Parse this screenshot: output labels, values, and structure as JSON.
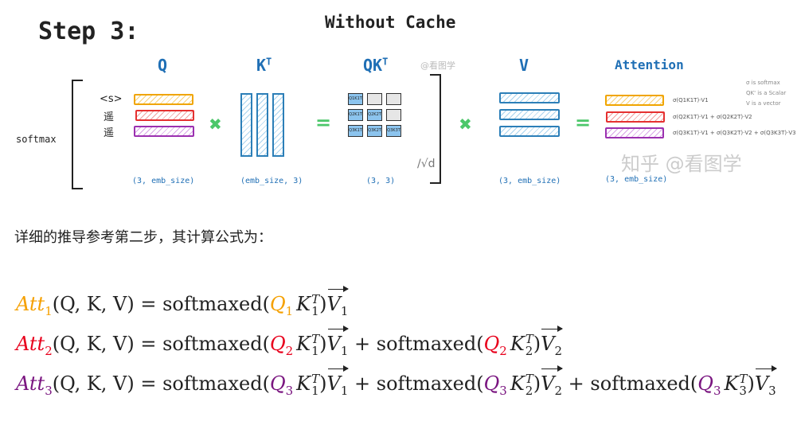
{
  "step": "Step 3:",
  "title": "Without Cache",
  "watermark_small": "@看图学",
  "watermark_large": "知乎 @看图学",
  "softmax_label": "softmax",
  "tokens": [
    "<s>",
    "遥",
    "遥"
  ],
  "matrices": {
    "q": {
      "label": "Q",
      "shape": "(3, emb_size)"
    },
    "kt": {
      "label": "K",
      "sup": "T",
      "shape": "(emb_size, 3)"
    },
    "qkt": {
      "label": "QK",
      "sup": "T",
      "shape": "(3, 3)",
      "cells": [
        [
          "Q1K1T",
          "",
          ""
        ],
        [
          "Q2K1T",
          "Q2K2T",
          ""
        ],
        [
          "Q3K1T",
          "Q3K2T",
          "Q3K3T"
        ]
      ]
    },
    "v": {
      "label": "V",
      "shape": "(3, emb_size)"
    },
    "att": {
      "label": "Attention",
      "shape": "(3, emb_size)"
    }
  },
  "scale_label": "/√d",
  "operators": {
    "times": "✖",
    "equals": "="
  },
  "att_rows": [
    "σ(Q1K1T)·V1",
    "σ(Q2K1T)·V1 + σ(Q2K2T)·V2",
    "σ(Q3K1T)·V1 + σ(Q3K2T)·V2 + σ(Q3K3T)·V3"
  ],
  "notes": [
    "σ is softmax",
    "QK' is a Scalar",
    "V is a vector"
  ],
  "row_colors": [
    "#f0a500",
    "#e53030",
    "#8b1e9e"
  ],
  "sentence": "详细的推导参考第二步，其计算公式为：",
  "formulas": [
    {
      "sub": "1",
      "color": "#f5a000",
      "lhs": "(Q, K, V) = ",
      "terms": [
        {
          "q": "1",
          "k": "1"
        }
      ]
    },
    {
      "sub": "2",
      "color": "#e8001c",
      "lhs": "(Q, K, V) = ",
      "terms": [
        {
          "q": "2",
          "k": "1"
        },
        {
          "q": "2",
          "k": "2"
        }
      ]
    },
    {
      "sub": "3",
      "color": "#7a1580",
      "lhs": "(Q, K, V) = ",
      "terms": [
        {
          "q": "3",
          "k": "1"
        },
        {
          "q": "3",
          "k": "2"
        },
        {
          "q": "3",
          "k": "3"
        }
      ]
    }
  ],
  "formula_words": {
    "att": "Att",
    "fn": "softmaxed",
    "Q": "Q",
    "K": "K",
    "V": "V",
    "T": "T",
    "plus": " + "
  }
}
